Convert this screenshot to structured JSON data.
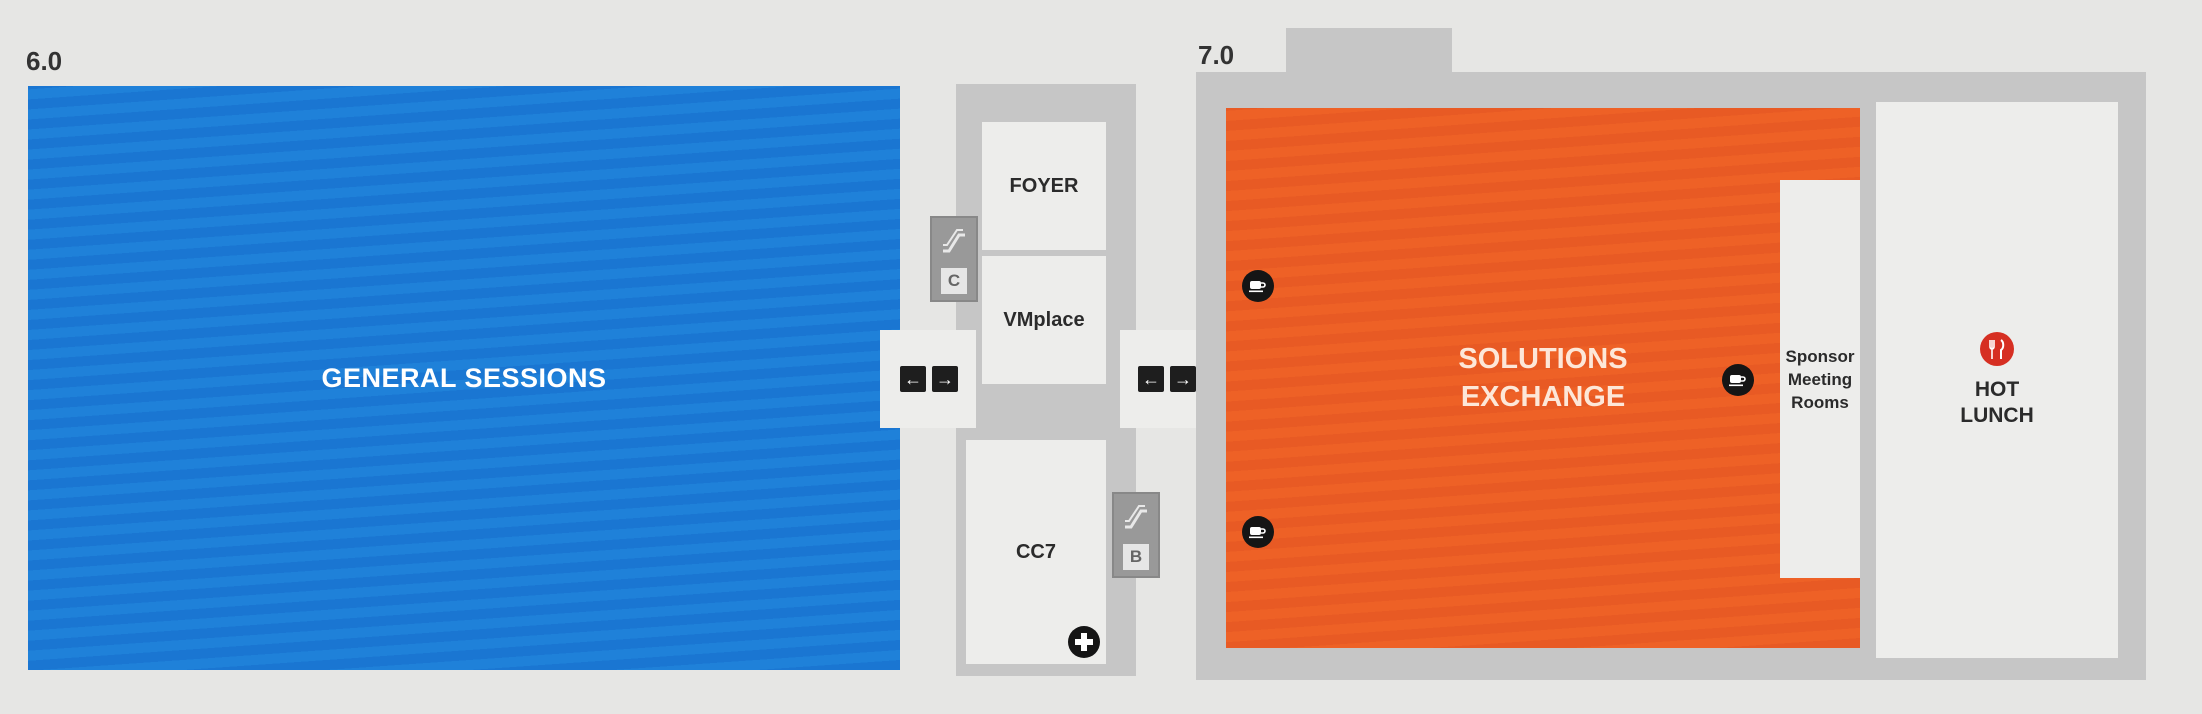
{
  "levels": {
    "left": "6.0",
    "right": "7.0"
  },
  "rooms": {
    "general_sessions": "GENERAL SESSIONS",
    "foyer": "FOYER",
    "vmplace": "VMplace",
    "cc7": "CC7",
    "solutions_exchange": "SOLUTIONS\nEXCHANGE",
    "sponsor_meeting_rooms": "Sponsor\nMeeting\nRooms",
    "hot_lunch": "HOT\nLUNCH"
  },
  "escalators": {
    "c": "C",
    "b": "B"
  },
  "arrows": {
    "left": "←",
    "right": "→"
  },
  "icons": {
    "coffee": "coffee-cup-icon",
    "lunch": "fork-knife-icon",
    "first_aid": "first-aid-plus-icon",
    "escalator": "escalator-icon"
  },
  "colors": {
    "general_sessions": "#1a76d2",
    "solutions_exchange": "#e85a24",
    "lunch_icon": "#d62f22"
  }
}
